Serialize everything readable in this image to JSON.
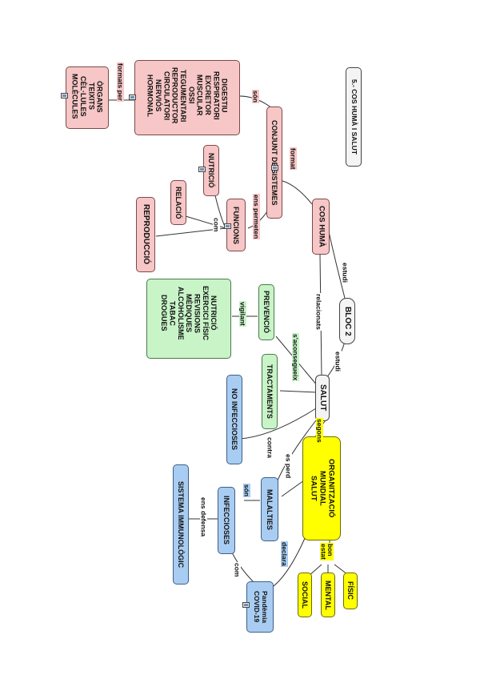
{
  "title": "5.- COS HUMÀ I SALUT",
  "nodes": {
    "bloc2": "BLOC 2",
    "cos_huma": "COS HUMÀ",
    "conjunt_sistemes": "CONJUNT DE SISTEMES",
    "sistemes_list": "DIGESTIU\nRESPIRATORI\nEXCRETOR\nMUSCULAR\nOSSI\nTEGUMENTARI\nREPRODUCTOR\nCIRCULATORI\nNERVIÓS\nHORMONAL",
    "organs_list": "ÒRGANS\nTEIXITS\nCÈL·LULES\nMOLÈCULES",
    "funcions": "FUNCIONS",
    "nutricio": "NUTRICIÓ",
    "relacio": "RELACIÓ",
    "reproduccio": "REPRODUCCIÓ",
    "salut": "SALUT",
    "prevencio": "PREVENCIÓ",
    "prevencio_list": "NUTRICIÓ\nEXERCICI FÍSIC\nREVISIONS\nMÈDIQUES\nALCOHOLISME\nTABAC\nDROGUES",
    "tractaments": "TRACTAMENTS",
    "oms": "ORGANITZACIÓ\nMUNDIAL\nSALUT",
    "fisic": "FÍSIC",
    "mental": "MENTAL",
    "social": "SOCIAL",
    "malalties": "MALALTIES",
    "no_infeccioses": "NO INFECCIOSES",
    "infeccioses": "INFECCIOSES",
    "sistema_immunologic": "SISTEMA IMMUNOLÒGIC",
    "covid": "Pandèmia\nCOVID-19"
  },
  "links": {
    "estudi_1": "estudi",
    "estudi_2": "estudi",
    "relacionats": "relacionats",
    "format": "format",
    "son_1": "són",
    "formats_per": "formats per",
    "ens_permeten": "ens permeten",
    "com_1": "com",
    "vigilant": "vigilant",
    "saconsegueix": "s'aconsegueix",
    "segons": "segons",
    "bon_estat": "bon\nestat",
    "es_perd": "es perd",
    "contra": "contra",
    "son_2": "són",
    "declara": "declara",
    "ens_defensa": "ens defensa",
    "com_2": "com"
  }
}
